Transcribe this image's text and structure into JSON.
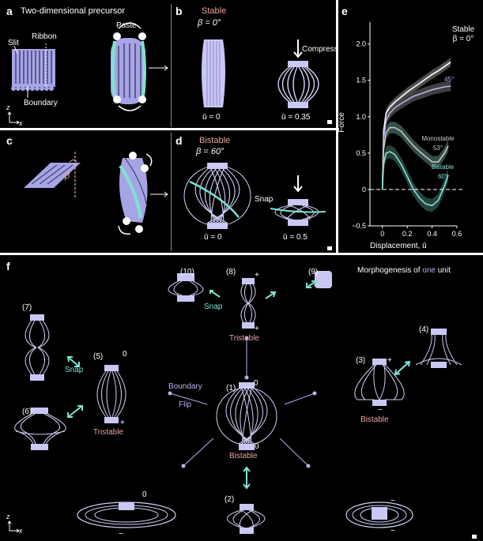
{
  "panel_a": {
    "letter": "a",
    "title": "Two-dimensional precursor",
    "paste": "Paste",
    "slit": "Slit",
    "ribbon": "Ribbon",
    "boundary": "Boundary",
    "axis_z": "z",
    "axis_x": "x"
  },
  "panel_b": {
    "letter": "b",
    "state": "Stable",
    "angle": "β = 0°",
    "compress": "Compress",
    "u_left": "ū = 0",
    "u_right": "ū = 0.35"
  },
  "panel_c": {
    "letter": "c",
    "beta": "β"
  },
  "panel_d": {
    "letter": "d",
    "state": "Bistable",
    "angle": "β = 60°",
    "snap": "Snap",
    "u_left": "ū = 0",
    "u_right": "ū = 0.5"
  },
  "panel_f": {
    "letter": "f",
    "heading_pre": "Morphogenesis of ",
    "heading_one": "one",
    "heading_post": " unit",
    "states": [
      {
        "id": "(1)",
        "label": "Bistable",
        "sign_top": "0",
        "sign_bottom": "0"
      },
      {
        "id": "(2)"
      },
      {
        "id": "(3)",
        "label": "Bistable",
        "sign_top": "+",
        "sign_bottom": "−"
      },
      {
        "id": "(4)"
      },
      {
        "id": "(5)",
        "label": "Tristable",
        "sign_top": "0",
        "sign_bottom": "+"
      },
      {
        "id": "(6)"
      },
      {
        "id": "(7)"
      },
      {
        "id": "(8)",
        "label": "Tristable",
        "sign_top": "+",
        "sign_bottom": "+"
      },
      {
        "id": "(9)"
      },
      {
        "id": "(10)"
      }
    ],
    "snap_top": "Snap",
    "snap_left": "Snap",
    "boundary": "Boundary",
    "flip": "Flip",
    "bottom_left_sign_top": "0",
    "bottom_left_sign_bottom": "−",
    "bottom_right_sign_top": "−",
    "bottom_right_sign_bottom": "−",
    "axis_z": "z",
    "axis_x": "x"
  },
  "colors": {
    "teal": "#7fe3d1",
    "pink": "#e9a3a3",
    "lavender": "#b7b2f0",
    "ribbon": "#cfd0f5"
  },
  "chart_data": {
    "type": "line",
    "panel_letter": "e",
    "xlabel": "Displacement, ū",
    "ylabel": "Force",
    "xlim": [
      -0.1,
      0.6
    ],
    "ylim": [
      -0.5,
      2.3
    ],
    "xticks": [
      "0",
      "0.2",
      "0.4",
      "0.6"
    ],
    "yticks": [
      "−0.5",
      "0",
      "0.5",
      "1.0",
      "1.5",
      "2.0"
    ],
    "xtick_values": [
      0,
      0.2,
      0.4,
      0.6
    ],
    "ytick_values": [
      -0.5,
      0,
      0.5,
      1.0,
      1.5,
      2.0
    ],
    "grid": false,
    "series": [
      {
        "label_lines": [
          "Stable",
          "β = 0°"
        ],
        "color": "#ffffff",
        "band": "#5a5a5a",
        "x": [
          0,
          0.01,
          0.03,
          0.06,
          0.1,
          0.15,
          0.2,
          0.25,
          0.3,
          0.35,
          0.4,
          0.45,
          0.5,
          0.55
        ],
        "y": [
          0,
          0.8,
          1.05,
          1.13,
          1.2,
          1.27,
          1.34,
          1.4,
          1.46,
          1.52,
          1.58,
          1.63,
          1.69,
          1.75
        ]
      },
      {
        "label_lines": [
          "45°"
        ],
        "color": "#b7b2f0",
        "band": "#4a4a4a",
        "x": [
          0,
          0.01,
          0.03,
          0.06,
          0.1,
          0.15,
          0.2,
          0.25,
          0.3,
          0.35,
          0.4,
          0.45,
          0.5,
          0.55
        ],
        "y": [
          0,
          0.7,
          0.95,
          1.05,
          1.12,
          1.18,
          1.23,
          1.28,
          1.31,
          1.34,
          1.37,
          1.39,
          1.41,
          1.42
        ]
      },
      {
        "label_lines": [
          "Monostable",
          "53°"
        ],
        "color": "#c5c5c5",
        "band": "#3e5a55",
        "x": [
          0,
          0.01,
          0.03,
          0.06,
          0.1,
          0.15,
          0.2,
          0.25,
          0.3,
          0.35,
          0.4,
          0.45,
          0.5,
          0.53
        ],
        "y": [
          0,
          0.55,
          0.78,
          0.85,
          0.85,
          0.8,
          0.7,
          0.6,
          0.52,
          0.45,
          0.38,
          0.38,
          0.5,
          0.6
        ]
      },
      {
        "label_lines": [
          "Bistable",
          "60°"
        ],
        "color": "#7fe3d1",
        "band": "#2f4c48",
        "x": [
          0,
          0.01,
          0.03,
          0.06,
          0.1,
          0.15,
          0.2,
          0.25,
          0.3,
          0.35,
          0.4,
          0.45,
          0.5,
          0.53
        ],
        "y": [
          0,
          0.35,
          0.5,
          0.52,
          0.48,
          0.35,
          0.18,
          0.0,
          -0.12,
          -0.2,
          -0.22,
          -0.15,
          0.05,
          0.2
        ]
      }
    ],
    "zero_line": {
      "y": 0,
      "style": "dashed"
    }
  }
}
